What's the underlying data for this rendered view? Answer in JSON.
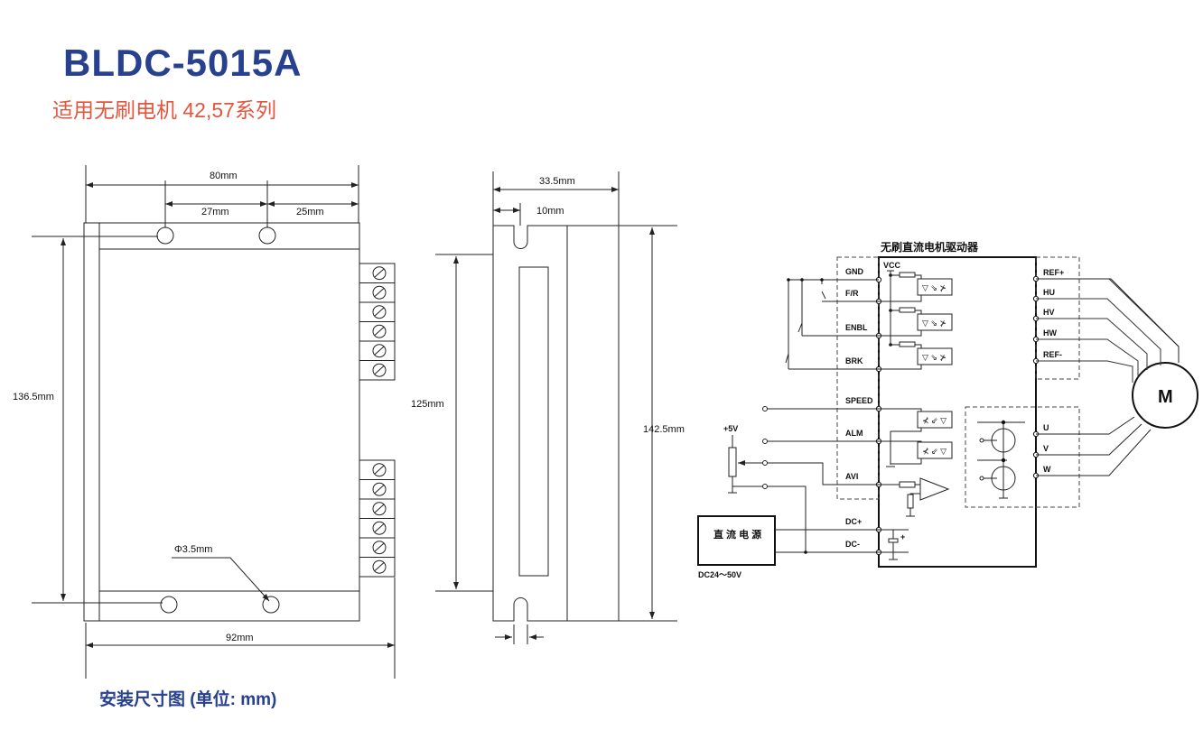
{
  "header": {
    "title": "BLDC-5015A",
    "subtitle": "适用无刷电机 42,57系列"
  },
  "caption": "安装尺寸图 (单位: mm)",
  "front_view": {
    "width_total": "80mm",
    "hole_spacing": "27mm",
    "edge_offset": "25mm",
    "height": "136.5mm",
    "overall_width": "92mm",
    "hole_diameter": "Φ3.5mm"
  },
  "side_view": {
    "depth": "33.5mm",
    "flange": "10mm",
    "inner_height": "125mm",
    "overall_height": "142.5mm"
  },
  "circuit": {
    "title": "无刷直流电机驱动器",
    "vcc": "VCC",
    "left_pins": [
      "GND",
      "F/R",
      "ENBL",
      "BRK",
      "SPEED",
      "ALM",
      "AVI",
      "DC+",
      "DC-"
    ],
    "right_pins": [
      "REF+",
      "HU",
      "HV",
      "HW",
      "REF-",
      "U",
      "V",
      "W"
    ],
    "motor": "M",
    "supply_label": "直 流 电 源",
    "supply_range": "DC24～50V",
    "plus5v": "+5V",
    "cap_plus": "+"
  }
}
